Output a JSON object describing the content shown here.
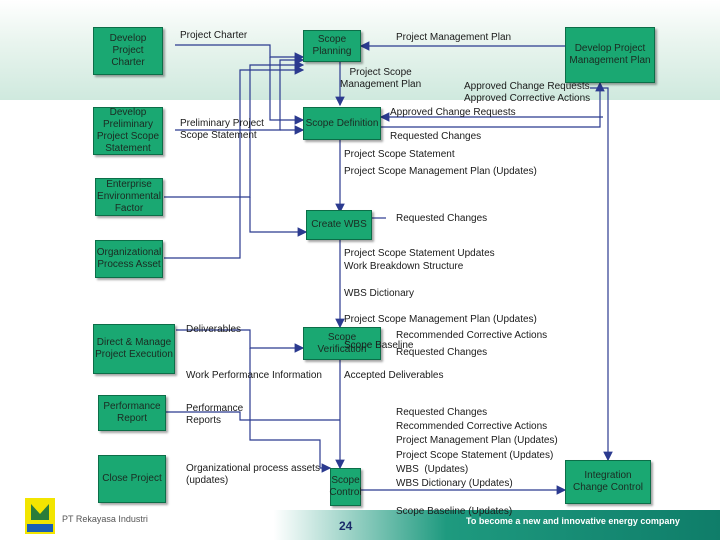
{
  "boxes": {
    "develop_charter": "Develop Project Charter",
    "develop_prelim": "Develop Preliminary Project Scope Statement",
    "enterprise_env": "Enterprise Environmental Factor",
    "org_process": "Organizational Process Asset",
    "direct_manage": "Direct & Manage Project Execution",
    "performance_report": "Performance Report",
    "close_project": "Close Project",
    "scope_planning": "Scope Planning",
    "scope_definition": "Scope Definition",
    "create_wbs": "Create WBS",
    "scope_verification": "Scope Verification",
    "scope_control": "Scope Control",
    "develop_pm_plan": "Develop Project Management Plan",
    "integration_change": "Integration Change Control"
  },
  "labels": {
    "project_charter": "Project Charter",
    "prelim_statement": "Preliminary Project Scope Statement",
    "pm_plan": "Project Management Plan",
    "scope_mgmt_plan": "Project Scope\nManagement Plan",
    "approved_cr_ca": "Approved Change Requests\nApproved Corrective Actions",
    "approved_cr": "Approved Change Requests",
    "requested_changes_1": "Requested Changes",
    "scope_statement": "Project Scope Statement",
    "scope_mgmt_plan_updates_1": "Project Scope Management Plan (Updates)",
    "requested_changes_2": "Requested Changes",
    "wbs_outputs": "Project Scope Statement Updates\nWork Breakdown Structure\n\nWBS Dictionary\n\nProject Scope Management Plan (Updates)\n\nScope Baseline",
    "deliverables": "Deliverables",
    "recommended_ca": "Recommended Corrective Actions",
    "requested_changes_3": "Requested Changes",
    "work_perf_info": "Work Performance Information",
    "accepted_deliverables": "Accepted Deliverables",
    "performance_reports": "Performance\nReports",
    "org_process_updates": "Organizational process assets\n(updates)",
    "control_outputs": "Requested Changes\nRecommended Corrective Actions\nProject Management Plan (Updates)\nProject Scope Statement (Updates)\nWBS  (Updates)\nWBS Dictionary (Updates)\n\nScope Baseline (Updates)"
  },
  "footer": {
    "company": "PT Rekayasa Industri",
    "page": "24",
    "tagline": "To become a new and innovative energy company"
  },
  "colors": {
    "box_fill": "#1aa872",
    "box_border": "#0c6e48",
    "line": "#2b3a8f",
    "footer_teal": "#1e9a7f"
  }
}
